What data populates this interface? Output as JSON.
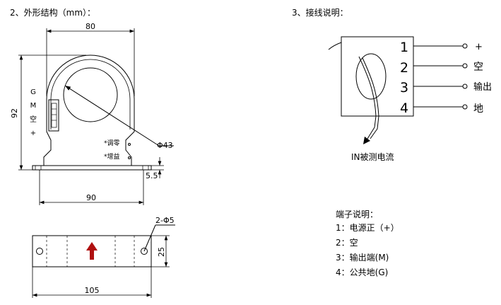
{
  "outline": {
    "heading": "2、外形结构（mm）：",
    "dim_width_top": "80",
    "dim_height": "92",
    "dim_base_width": "90",
    "dim_hole": "Φ43",
    "dim_foot_height": "5.5",
    "side_labels": [
      "G",
      "M",
      "空",
      "+"
    ],
    "label_zero_adjust": "*调零",
    "label_gain_adjust": "*增益",
    "dim_mount_holes": "2-Φ5",
    "dim_bottom_height": "25",
    "dim_bottom_length": "105"
  },
  "wiring": {
    "heading": "3、接线说明：",
    "pin_numbers": [
      "1",
      "2",
      "3",
      "4"
    ],
    "pin_labels": [
      "+",
      "空",
      "输出",
      "地"
    ],
    "current_label": "IN被测电流"
  },
  "terminals": {
    "title": "端子说明：",
    "items": [
      "1：电源正（+）",
      "2：空",
      "3：输出端(M)",
      "4：公共地(G)"
    ]
  },
  "colors": {
    "arrow": "#b01010",
    "line": "#000000"
  }
}
